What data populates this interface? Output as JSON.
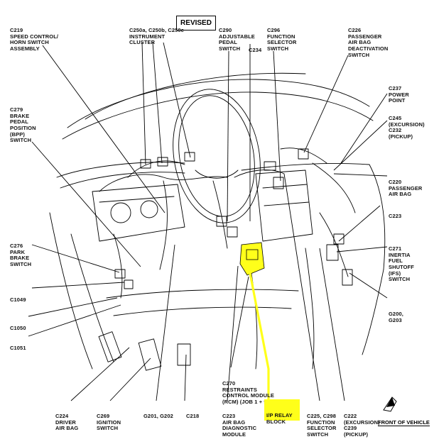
{
  "stamp": "REVISED",
  "labels": {
    "c219": [
      "C219",
      "SPEED CONTROL/",
      "HORN SWITCH",
      "ASSEMBLY"
    ],
    "c250": [
      "C250a, C250b, C250c",
      "INSTRUMENT",
      "CLUSTER"
    ],
    "c290": [
      "C290",
      "ADJUSTABLE",
      "PEDAL",
      "SWITCH"
    ],
    "c234": [
      "C234"
    ],
    "c296": [
      "C296",
      "FUNCTION",
      "SELECTOR",
      "SWITCH"
    ],
    "c226": [
      "C226",
      "PASSENGER",
      "AIR BAG",
      "DEACTIVATION",
      "SWITCH"
    ],
    "c237": [
      "C237",
      "POWER",
      "POINT"
    ],
    "c245": [
      "C245",
      "(EXCURSION)",
      "C232",
      "(PICKUP)"
    ],
    "c279": [
      "C279",
      "BRAKE",
      "PEDAL",
      "POSITION",
      "(BPP)",
      "SWITCH"
    ],
    "c220": [
      "C220",
      "PASSENGER",
      "AIR BAG"
    ],
    "c223r": [
      "C223"
    ],
    "c276": [
      "C276",
      "PARK",
      "BRAKE",
      "SWITCH"
    ],
    "c271": [
      "C271",
      "INERTIA",
      "FUEL",
      "SHUTOFF",
      "(IFS)",
      "SWITCH"
    ],
    "c1049": [
      "C1049"
    ],
    "g200": [
      "G200,",
      "G203"
    ],
    "c1050": [
      "C1050"
    ],
    "c1051": [
      "C1051"
    ],
    "c270": [
      "C270",
      "RESTRAINTS",
      "CONTROL MODULE",
      "(RCM) (JOB 1 + 90)"
    ],
    "c224": [
      "C224",
      "DRIVER",
      "AIR BAG"
    ],
    "c269": [
      "C269",
      "IGNITION",
      "SWITCH"
    ],
    "g201": [
      "G201, G202"
    ],
    "c218": [
      "C218"
    ],
    "c223b": [
      "C223",
      "AIR BAG",
      "DIAGNOSTIC",
      "MODULE"
    ],
    "relay": [
      "I/P RELAY",
      "BLOCK"
    ],
    "c225": [
      "C225, C298",
      "FUNCTION",
      "SELECTOR",
      "SWITCH"
    ],
    "c222": [
      "C222",
      "(EXCURSION)",
      "C239",
      "(PICKUP)"
    ]
  },
  "front_label": "FRONT OF VEHICLE",
  "colors": {
    "line": "#000000",
    "highlight": "#ffff1a"
  }
}
